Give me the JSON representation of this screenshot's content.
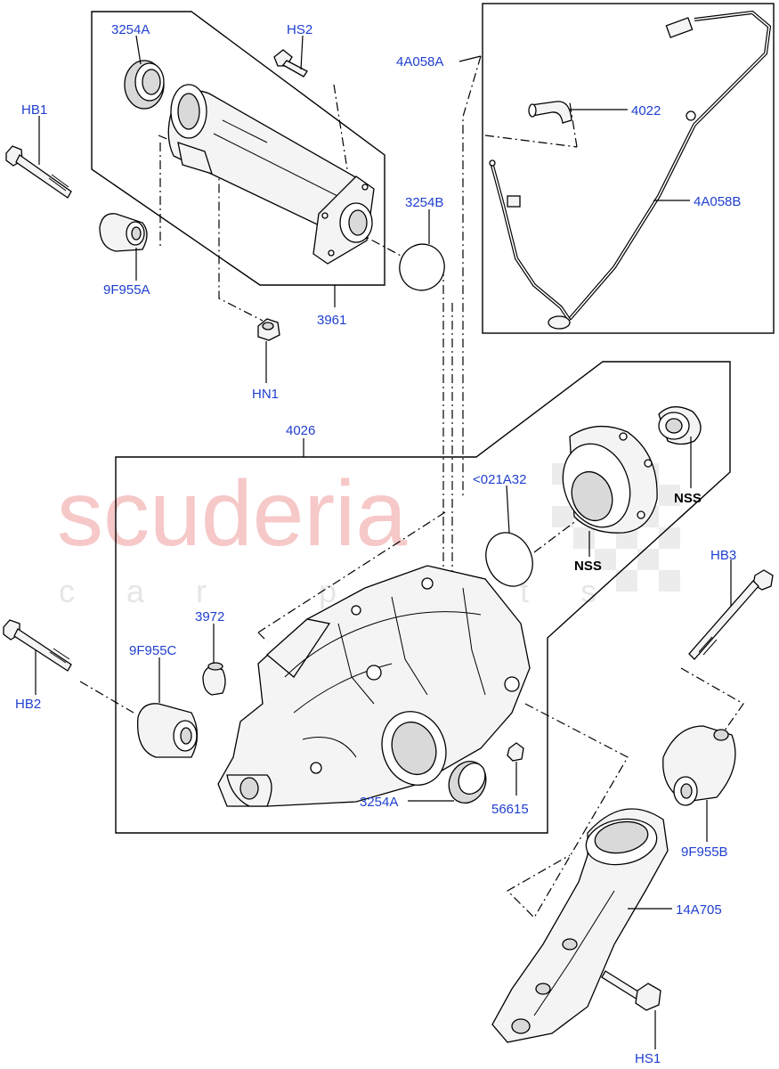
{
  "watermark": {
    "line1": "scuderia",
    "line2": "car parts"
  },
  "labels": {
    "l_3254A_top": "3254A",
    "l_HS2": "HS2",
    "l_4A058A": "4A058A",
    "l_4022": "4022",
    "l_HB1": "HB1",
    "l_4A058B": "4A058B",
    "l_3254B": "3254B",
    "l_9F955A": "9F955A",
    "l_3961": "3961",
    "l_HN1": "HN1",
    "l_4026": "4026",
    "l_021A32": "<021A32",
    "l_NSS_1": "NSS",
    "l_NSS_2": "NSS",
    "l_HB3": "HB3",
    "l_3972": "3972",
    "l_9F955C": "9F955C",
    "l_HB2": "HB2",
    "l_3254A_bottom": "3254A",
    "l_56615": "56615",
    "l_9F955B": "9F955B",
    "l_14A705": "14A705",
    "l_HS1": "HS1"
  },
  "colors": {
    "label": "#1f3fd0",
    "watermark": "#f6c8c8",
    "line": "#000000"
  }
}
